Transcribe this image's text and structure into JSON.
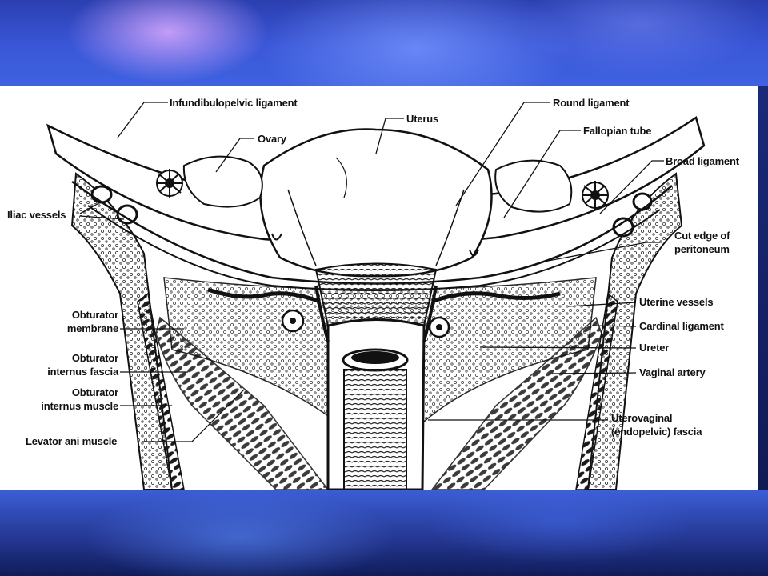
{
  "labels": {
    "infundibulopelvic": "Infundibulopelvic ligament",
    "ovary": "Ovary",
    "uterus": "Uterus",
    "round_ligament": "Round ligament",
    "fallopian_tube": "Fallopian tube",
    "broad_ligament": "Broad ligament",
    "iliac_vessels": "Iliac vessels",
    "cut_edge_line1": "Cut edge of",
    "cut_edge_line2": "peritoneum",
    "uterine_vessels": "Uterine vessels",
    "cardinal_ligament": "Cardinal ligament",
    "ureter": "Ureter",
    "vaginal_artery": "Vaginal artery",
    "uterovaginal_line1": "Uterovaginal",
    "uterovaginal_line2": "(endopelvic) fascia",
    "obturator_membrane_line1": "Obturator",
    "obturator_membrane_line2": "membrane",
    "obturator_fascia_line1": "Obturator",
    "obturator_fascia_line2": "internus fascia",
    "obturator_muscle_line1": "Obturator",
    "obturator_muscle_line2": "internus muscle",
    "levator_ani": "Levator ani muscle"
  }
}
